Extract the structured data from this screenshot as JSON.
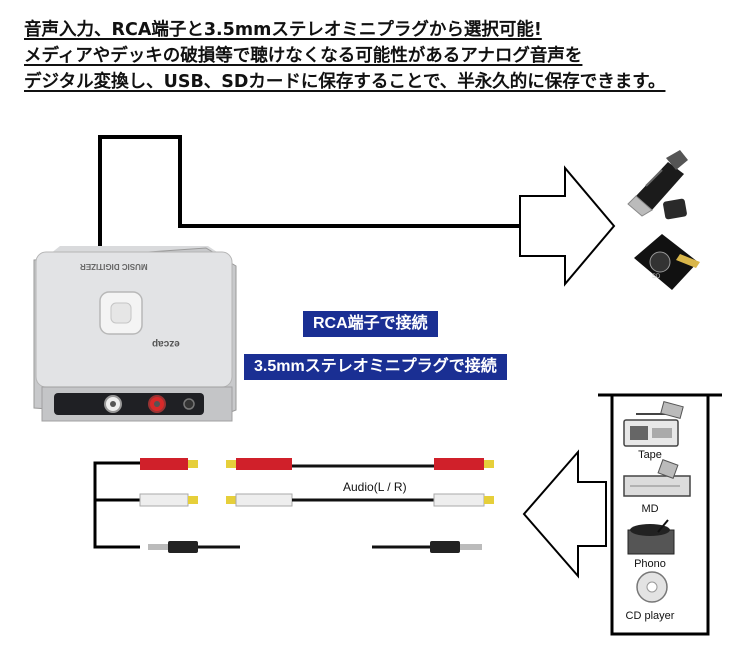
{
  "headline": {
    "line1": "音声入力、RCA端子と3.5mmステレオミニプラグから選択可能!",
    "line2": "メディアやデッキの破損等で聴けなくなる可能性があるアナログ音声を",
    "line3": "デジタル変換し、USB、SDカードに保存することで、半永久的に保存できます。"
  },
  "badges": {
    "rca": "RCA端子で接続",
    "mini": "3.5mmステレオミニプラグで接続"
  },
  "device": {
    "brand": "ezcap",
    "model": "MUSIC DIGITIZER"
  },
  "cable_label": "Audio(L / R)",
  "sources": {
    "tape": "Tape",
    "md": "MD",
    "phono": "Phono",
    "cd": "CD player"
  },
  "storage": [
    "usb-drive",
    "sd-card"
  ],
  "colors": {
    "badge": "#1a2f93",
    "rca_red": "#d0202a",
    "rca_white": "#eeeeee",
    "rca_gold": "#e6cf3a"
  }
}
